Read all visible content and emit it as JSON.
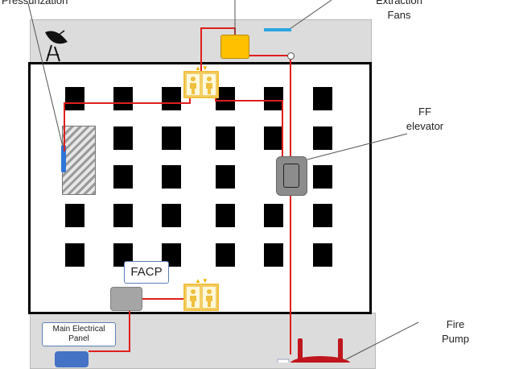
{
  "labels": {
    "pressurization": "Pressurization",
    "extraction_fans": "Extraction\nFans",
    "ff_elevator": "FF\nelevator",
    "facp": "FACP",
    "main_electrical_panel": "Main Electrical\nPanel",
    "fire_pump": "Fire\nPump"
  },
  "icons": {
    "satellite": "satellite-dish-icon",
    "elevator": "elevator-people-icon",
    "pump": "fire-pump-icon"
  },
  "colors": {
    "pipe": "#e01e1e",
    "fan": "#ffc000",
    "electrical_panel": "#4472c4",
    "pressurization_bar": "#2e75d6",
    "extraction_bar": "#2aa6e0"
  }
}
